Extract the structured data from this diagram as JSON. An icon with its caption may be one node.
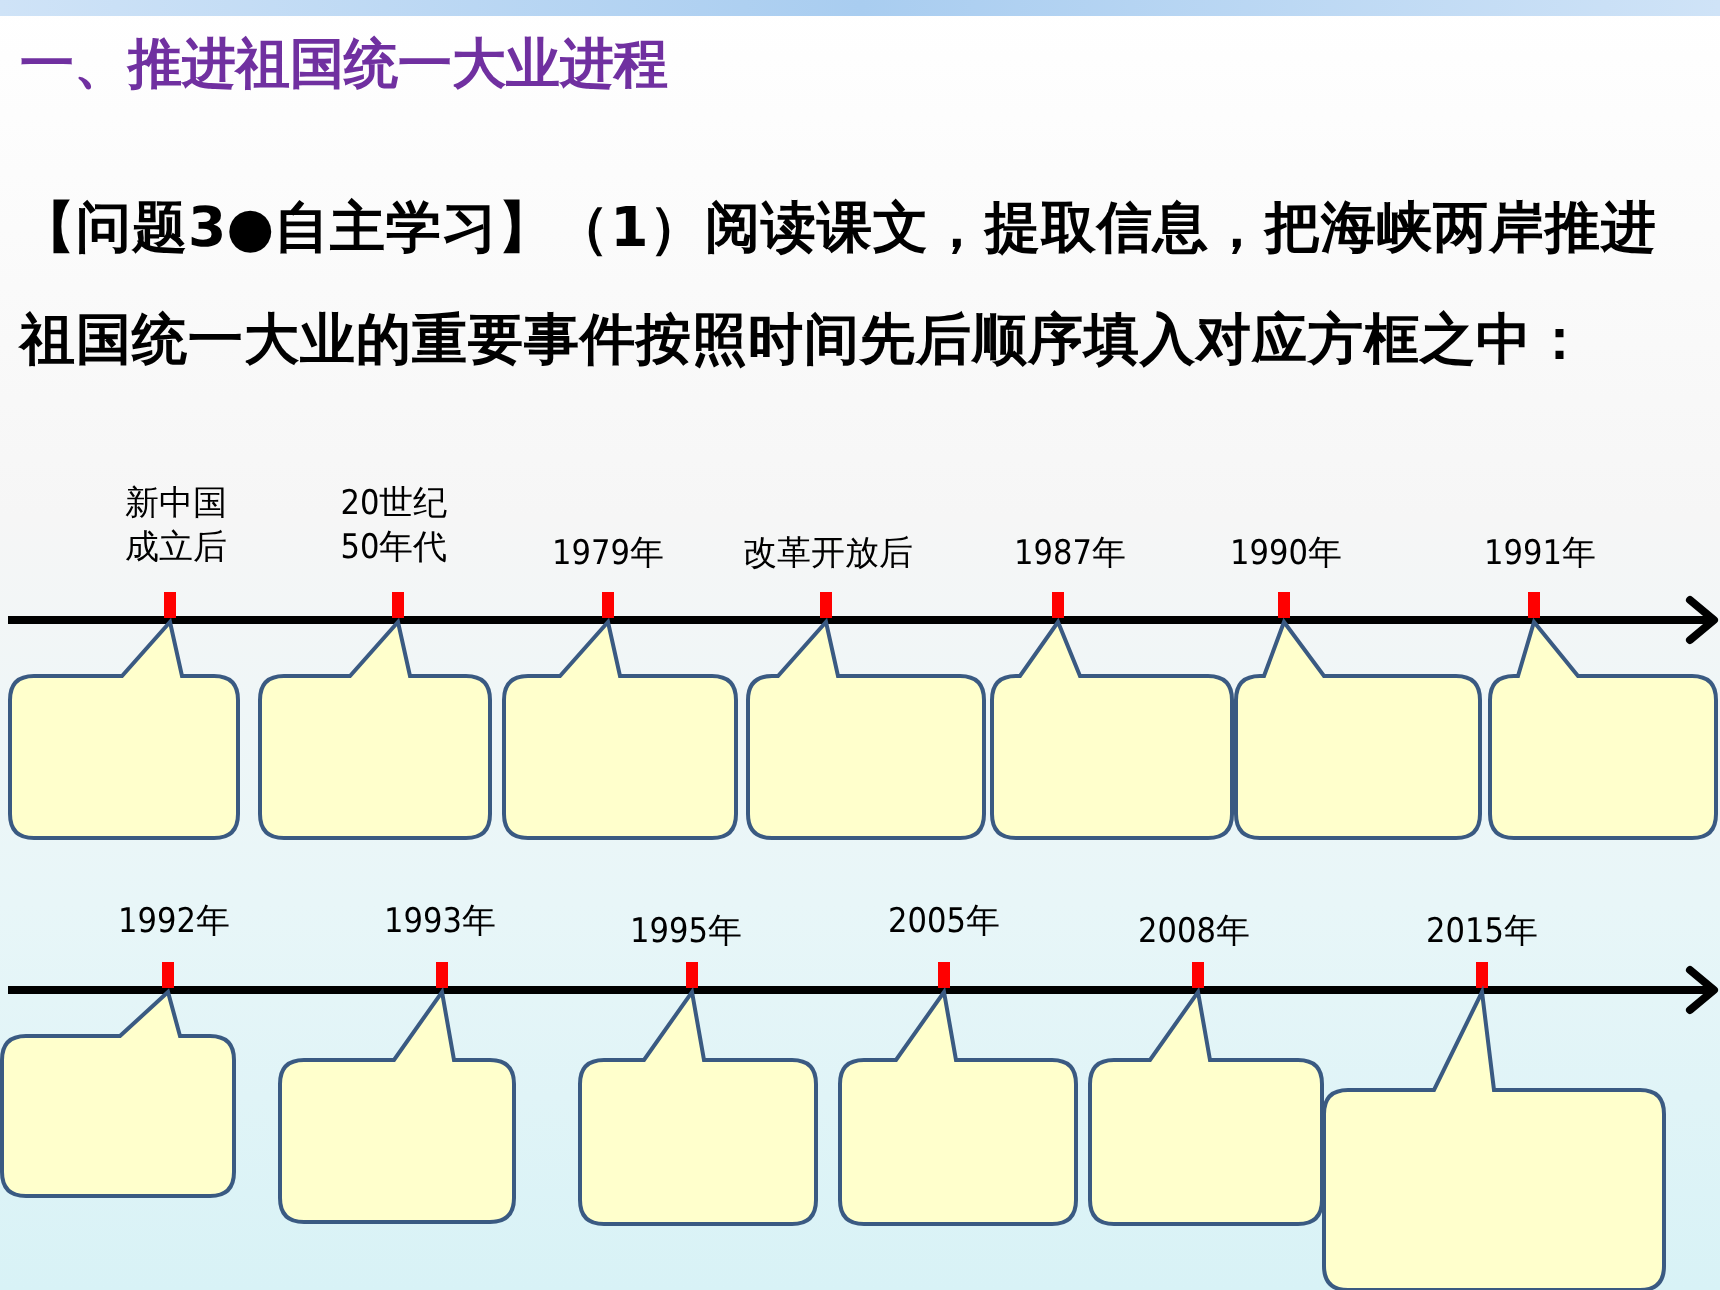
{
  "diagram": {
    "title": "一、推进祖国统一大业进程",
    "nodes": [
      {
        "text": [],
        "shape": "callout"
      },
      {
        "text": [],
        "shape": "callout"
      },
      {
        "text": [],
        "shape": "callout"
      },
      {
        "text": [],
        "shape": "callout"
      },
      {
        "text": [],
        "shape": "callout"
      },
      {
        "text": [],
        "shape": "callout"
      },
      {
        "text": [],
        "shape": "callout"
      },
      {
        "text": [],
        "shape": "callout"
      },
      {
        "text": [],
        "shape": "callout"
      },
      {
        "text": [],
        "shape": "callout"
      },
      {
        "text": [],
        "shape": "callout"
      },
      {
        "text": [],
        "shape": "callout"
      },
      {
        "text": [],
        "shape": "callout"
      }
    ],
    "labels": [
      "【问题3●自主学习】（1）阅读课文，提取信息，把海峡两岸推进祖国统一大业的重要事件按照时间先后顺序填入对应方框之中：",
      "新中国成立后",
      "20世纪50年代",
      "1979年",
      "改革开放后",
      "1987年",
      "1990年",
      "1991年",
      "1992年",
      "1993年",
      "1995年",
      "2005年",
      "2008年",
      "2015年"
    ]
  }
}
